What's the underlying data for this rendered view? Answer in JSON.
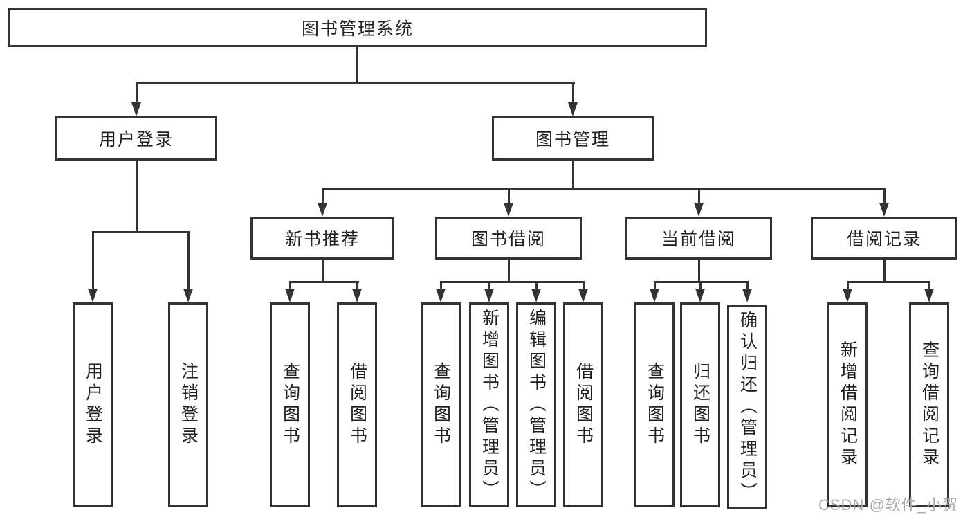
{
  "diagram": {
    "title": "图书管理系统",
    "watermark": "CSDN @软件_小贺同学",
    "colors": {
      "line": "#333333",
      "text": "#1f1f1f",
      "background": "#ffffff",
      "watermark": "#a9a9a9"
    },
    "nodes": {
      "root": "图书管理系统",
      "user_login": "用户登录",
      "book_management": "图书管理",
      "new_book_recommend": "新书推荐",
      "book_borrowing": "图书借阅",
      "current_borrowing": "当前借阅",
      "borrowing_records": "借阅记录",
      "user_login_leaves": [
        "用户登录",
        "注销登录"
      ],
      "new_book_leaves": [
        "查询图书",
        "借阅图书"
      ],
      "book_borrowing_leaves": [
        "查询图书",
        "新增图书（管理员）",
        "编辑图书（管理员）",
        "借阅图书"
      ],
      "current_borrowing_leaves": [
        "查询图书",
        "归还图书",
        "确认归还（管理员）"
      ],
      "borrowing_records_leaves": [
        "新增借阅记录",
        "查询借阅记录"
      ]
    }
  }
}
